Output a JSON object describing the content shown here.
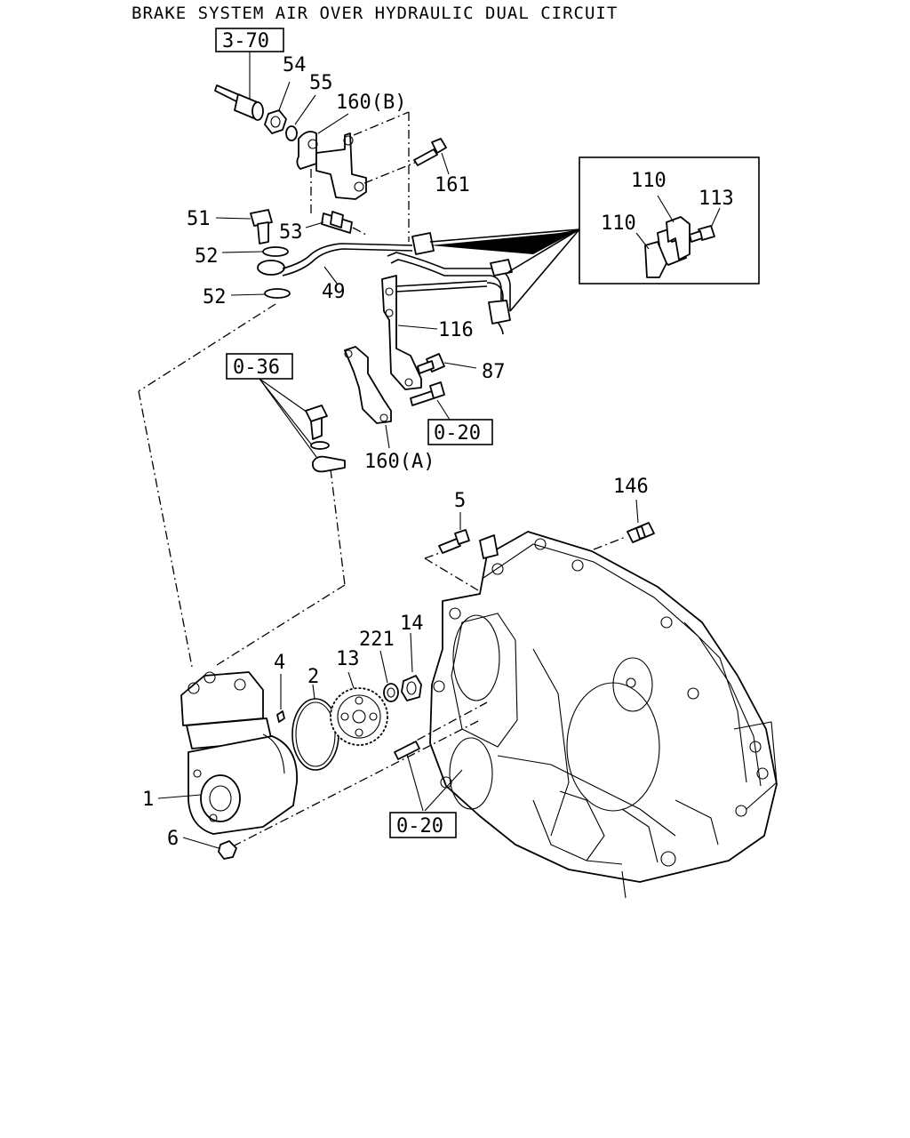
{
  "title": "BRAKE SYSTEM AIR OVER HYDRAULIC DUAL CIRCUIT",
  "references": {
    "ref_3_70": "3-70",
    "ref_0_36": "0-36",
    "ref_0_20_upper": "0-20",
    "ref_0_20_lower": "0-20"
  },
  "callouts": {
    "p54": "54",
    "p55": "55",
    "p160b": "160(B)",
    "p161": "161",
    "p51": "51",
    "p53": "53",
    "p52a": "52",
    "p52b": "52",
    "p49": "49",
    "p116": "116",
    "p87": "87",
    "p160a": "160(A)",
    "p110a": "110",
    "p110b": "110",
    "p113": "113",
    "p5": "5",
    "p146": "146",
    "p4": "4",
    "p2": "2",
    "p13": "13",
    "p221": "221",
    "p14": "14",
    "p1": "1",
    "p6": "6"
  }
}
